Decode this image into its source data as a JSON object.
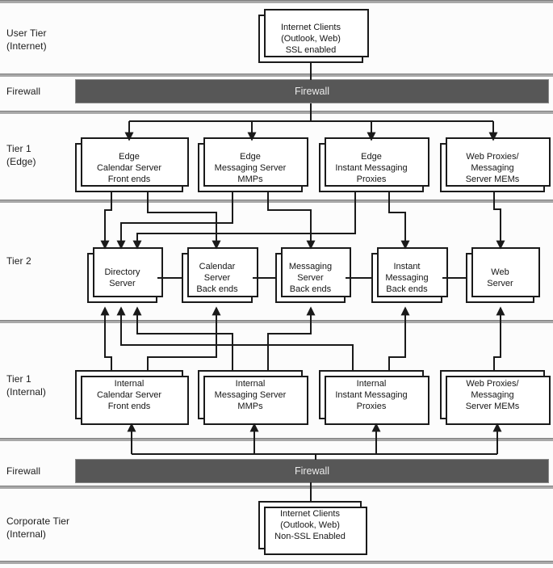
{
  "diagram": {
    "row_labels": {
      "user_tier": "User Tier\n(Internet)",
      "firewall_top": "Firewall",
      "tier1_edge": "Tier 1\n(Edge)",
      "tier2": "Tier 2",
      "tier1_internal": "Tier 1\n(Internal)",
      "firewall_bottom": "Firewall",
      "corporate_tier": "Corporate Tier\n(Internal)"
    },
    "firewalls": {
      "top_bar_label": "Firewall",
      "bottom_bar_label": "Firewall"
    },
    "nodes": {
      "internet_clients_ssl": "Internet Clients\n(Outlook, Web)\nSSL enabled",
      "edge_calendar": "Edge\nCalendar Server\nFront ends",
      "edge_messaging": "Edge\nMessaging Server\nMMPs",
      "edge_im": "Edge\nInstant Messaging\nProxies",
      "edge_web_proxies": "Web Proxies/\nMessaging\nServer MEMs",
      "directory": "Directory\nServer",
      "calendar_be": "Calendar\nServer\nBack ends",
      "messaging_be": "Messaging\nServer\nBack ends",
      "im_be": "Instant\nMessaging\nBack ends",
      "web_server": "Web\nServer",
      "internal_calendar": "Internal\nCalendar Server\nFront ends",
      "internal_messaging": "Internal\nMessaging Server\nMMPs",
      "internal_im": "Internal\nInstant Messaging\nProxies",
      "internal_web_proxies": "Web Proxies/\nMessaging\nServer MEMs",
      "internet_clients_nonssl": "Internet Clients\n(Outlook, Web)\nNon-SSL Enabled"
    },
    "colors": {
      "line": "#1a1a1a",
      "firewall_bar": "#575757",
      "separator": "#a8a8a8"
    }
  }
}
